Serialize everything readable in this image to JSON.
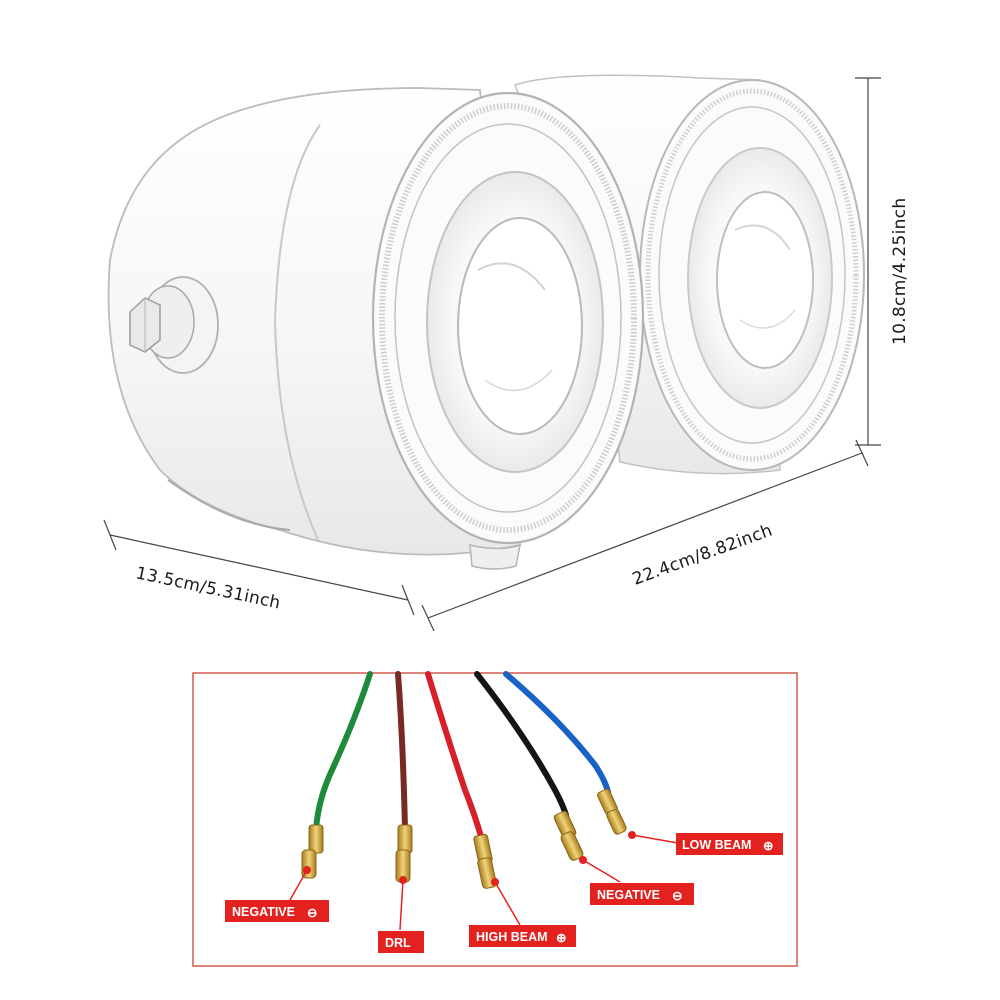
{
  "dimensions": {
    "depth": "13.5cm/5.31inch",
    "width": "22.4cm/8.82inch",
    "height": "10.8cm/4.25inch"
  },
  "wiring": {
    "wires": [
      {
        "color_name": "green",
        "color": "#1f8a3c",
        "label": "NEGATIVE",
        "symbol": "⊖"
      },
      {
        "color_name": "brown",
        "color": "#7a2a24",
        "label": "DRL",
        "symbol": ""
      },
      {
        "color_name": "red",
        "color": "#d6202a",
        "label": "HIGH BEAM",
        "symbol": "⊕"
      },
      {
        "color_name": "black",
        "color": "#151515",
        "label": "NEGATIVE",
        "symbol": "⊖"
      },
      {
        "color_name": "blue",
        "color": "#1a62c6",
        "label": "LOW BEAM",
        "symbol": "⊕"
      }
    ]
  },
  "colors": {
    "label_bg": "#e3221f",
    "frame_border": "#d35a4e",
    "headlight_line": "#b5b5b5",
    "connector_gold": "#c9a23a"
  }
}
